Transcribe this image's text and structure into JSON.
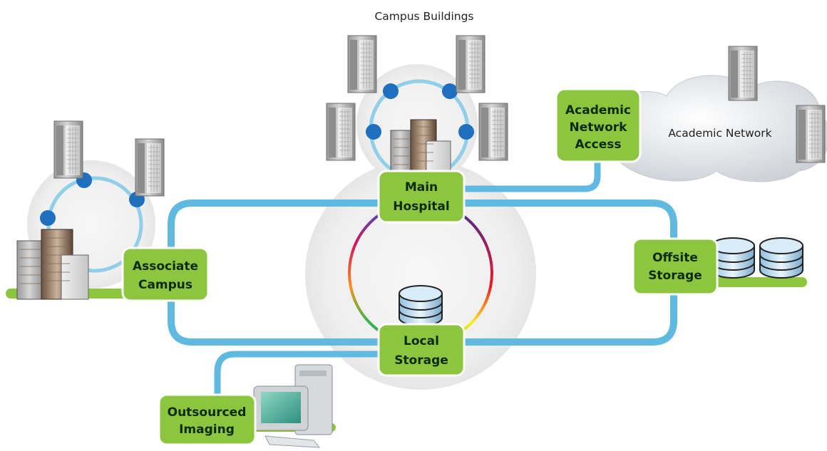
{
  "diagram": {
    "title": "Campus Buildings",
    "cloud_label": "Academic Network",
    "nodes": {
      "main_hospital": [
        "Main",
        "Hospital"
      ],
      "local_storage": [
        "Local",
        "Storage"
      ],
      "associate_campus": [
        "Associate",
        "Campus"
      ],
      "academic_access": [
        "Academic",
        "Network",
        "Access"
      ],
      "offsite_storage": [
        "Offsite",
        "Storage"
      ],
      "outsourced_imaging": [
        "Outsourced",
        "Imaging"
      ]
    }
  },
  "colors": {
    "link_blue": "#5fb9e1",
    "ring_blue": "#8fcfe9",
    "dot_blue": "#1f6fbf",
    "node_green": "#8cc63f",
    "node_border": "#6aa52a",
    "halo_gray": "#eeeeee"
  },
  "icons": [
    "building-icon",
    "office-tower-icon",
    "database-icon",
    "computer-icon",
    "cloud-icon"
  ]
}
